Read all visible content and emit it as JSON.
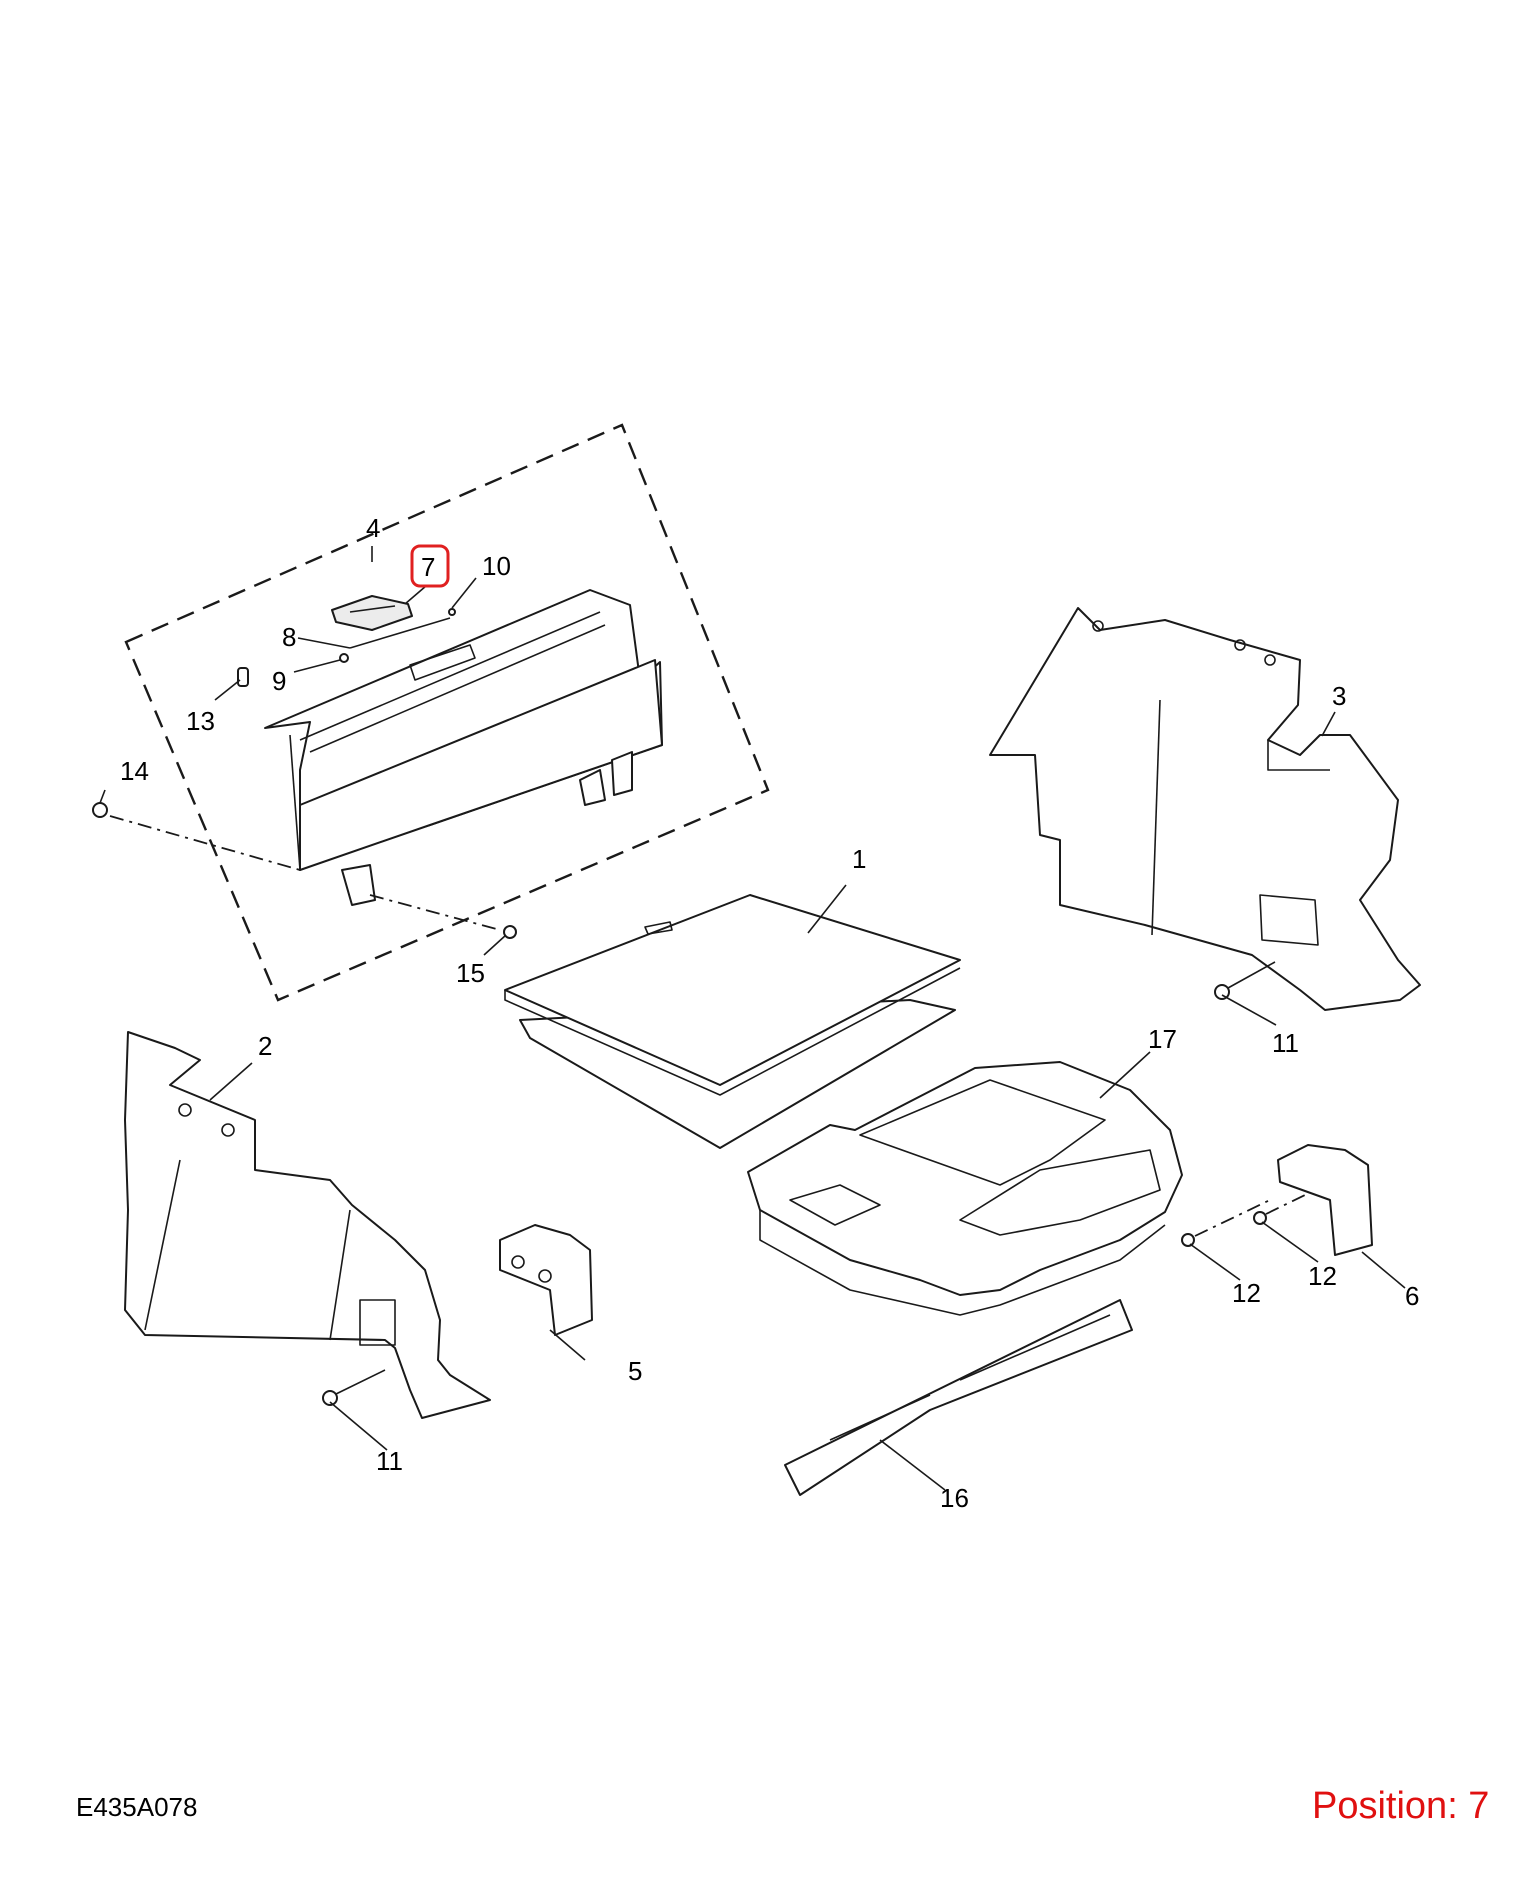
{
  "diagram_code": "E435A078",
  "position_text": "Position: 7",
  "highlight_color": "#e02020",
  "highlighted_callout": "7",
  "callouts": {
    "c1": "1",
    "c2": "2",
    "c3": "3",
    "c4": "4",
    "c5": "5",
    "c6": "6",
    "c7": "7",
    "c8": "8",
    "c9": "9",
    "c10": "10",
    "c11a": "11",
    "c11b": "11",
    "c12a": "12",
    "c12b": "12",
    "c13": "13",
    "c14": "14",
    "c15": "15",
    "c16": "16",
    "c17": "17"
  }
}
